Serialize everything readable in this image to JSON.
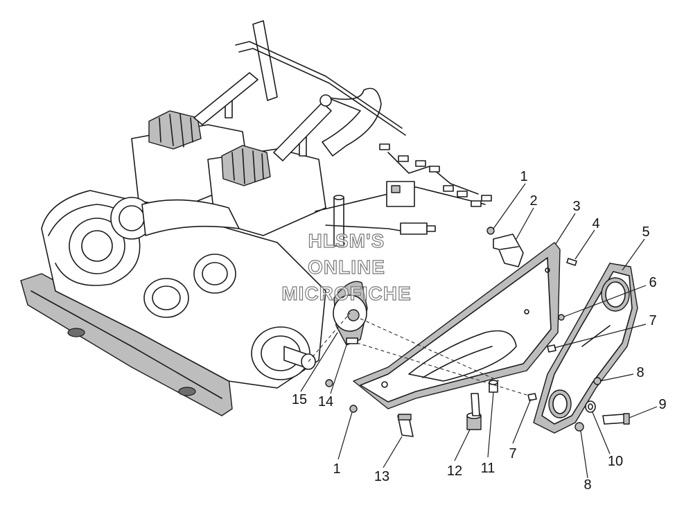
{
  "watermark": {
    "line1": "HLSM'S",
    "line2": "ONLINE",
    "line3": "MICROFICHE"
  },
  "callouts": [
    {
      "id": "c1a",
      "label": "1"
    },
    {
      "id": "c2",
      "label": "2"
    },
    {
      "id": "c3",
      "label": "3"
    },
    {
      "id": "c4",
      "label": "4"
    },
    {
      "id": "c5",
      "label": "5"
    },
    {
      "id": "c6",
      "label": "6"
    },
    {
      "id": "c7a",
      "label": "7"
    },
    {
      "id": "c8a",
      "label": "8"
    },
    {
      "id": "c9",
      "label": "9"
    },
    {
      "id": "c10",
      "label": "10"
    },
    {
      "id": "c8b",
      "label": "8"
    },
    {
      "id": "c7b",
      "label": "7"
    },
    {
      "id": "c11",
      "label": "11"
    },
    {
      "id": "c12",
      "label": "12"
    },
    {
      "id": "c13",
      "label": "13"
    },
    {
      "id": "c1b",
      "label": "1"
    },
    {
      "id": "c14",
      "label": "14"
    },
    {
      "id": "c15",
      "label": "15"
    }
  ]
}
